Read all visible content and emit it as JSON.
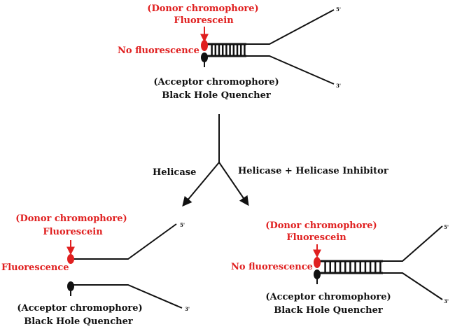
{
  "colors": {
    "red": "#e02020",
    "black": "#111111"
  },
  "top": {
    "donor": "(Donor chromophore)",
    "fluor": "Fluorescein",
    "state": "No fluorescence",
    "acceptor": "(Acceptor chromophore)",
    "quencher": "Black Hole Quencher",
    "five": "5'",
    "three": "3'"
  },
  "branches": {
    "left": "Helicase",
    "right": "Helicase + Helicase Inhibitor"
  },
  "bottom_left": {
    "donor": "(Donor chromophore)",
    "fluor": "Fluorescein",
    "state": "Fluorescence",
    "acceptor": "(Acceptor chromophore)",
    "quencher": "Black Hole Quencher",
    "five": "5'",
    "three": "3'"
  },
  "bottom_right": {
    "donor": "(Donor chromophore)",
    "fluor": "Fluorescein",
    "state": "No fluorescence",
    "acceptor": "(Acceptor chromophore)",
    "quencher": "Black Hole Quencher",
    "five": "5'",
    "three": "3'"
  }
}
